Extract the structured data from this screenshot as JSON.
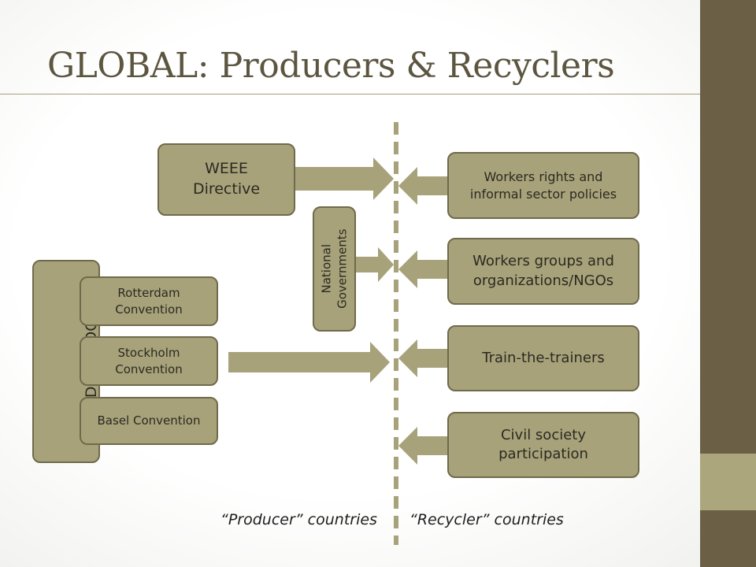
{
  "title": "GLOBAL: Producers & Recyclers",
  "left_boxes": {
    "weee": "WEEE Directive",
    "national_gov": "National Governments",
    "mdgs": "MDGs / SDGs",
    "rotterdam": "Rotterdam Convention",
    "stockholm": "Stockholm Convention",
    "basel": "Basel Convention"
  },
  "right_boxes": {
    "workers_rights": "Workers rights and informal sector policies",
    "workers_groups": "Workers groups and organizations/NGOs",
    "train": "Train-the-trainers",
    "civil": "Civil society participation"
  },
  "captions": {
    "producer": "“Producer”  countries",
    "recycler": "“Recycler” countries"
  },
  "colors": {
    "box_fill": "#a8a27b",
    "box_border": "#6f6a4b",
    "sidebar_dark": "#6b5f45",
    "sidebar_light": "#aba67c",
    "title": "#5c5640"
  }
}
